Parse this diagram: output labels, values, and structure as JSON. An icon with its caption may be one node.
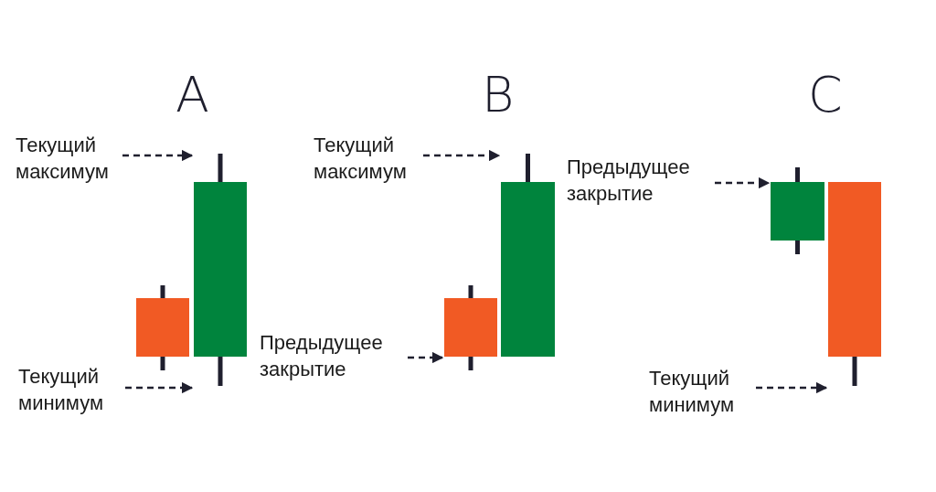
{
  "diagram": {
    "nodes": [
      {
        "text": [
          "Текущий максимум"
        ]
      },
      {
        "text": [
          "Текущий минимум"
        ]
      },
      {
        "text": [],
        "shape": "bar"
      },
      {
        "text": [],
        "shape": "bar"
      },
      {
        "text": [
          "Текущий максимум"
        ]
      },
      {
        "text": [
          "Предыдущее закрытие"
        ]
      },
      {
        "text": [],
        "shape": "bar"
      },
      {
        "text": [],
        "shape": "bar"
      },
      {
        "text": [
          "Предыдущее закрытие"
        ]
      },
      {
        "text": [],
        "shape": "bar"
      },
      {
        "text": [],
        "shape": "bar"
      },
      {
        "text": [
          "Текущий минимум"
        ]
      }
    ],
    "edges": [
      {
        "from": 0,
        "to": 3,
        "arrow": "to",
        "style": "dashed"
      },
      {
        "from": 1,
        "to": 3,
        "arrow": "to",
        "style": "dashed"
      },
      {
        "from": 4,
        "to": 7,
        "arrow": "to",
        "style": "dashed"
      },
      {
        "from": 5,
        "to": 6,
        "arrow": "to",
        "style": "dashed"
      },
      {
        "from": 8,
        "to": 9,
        "arrow": "to",
        "style": "dashed"
      },
      {
        "from": 11,
        "to": 10,
        "arrow": "to",
        "style": "dashed"
      }
    ],
    "labels": [
      "A",
      "B",
      "C"
    ]
  }
}
